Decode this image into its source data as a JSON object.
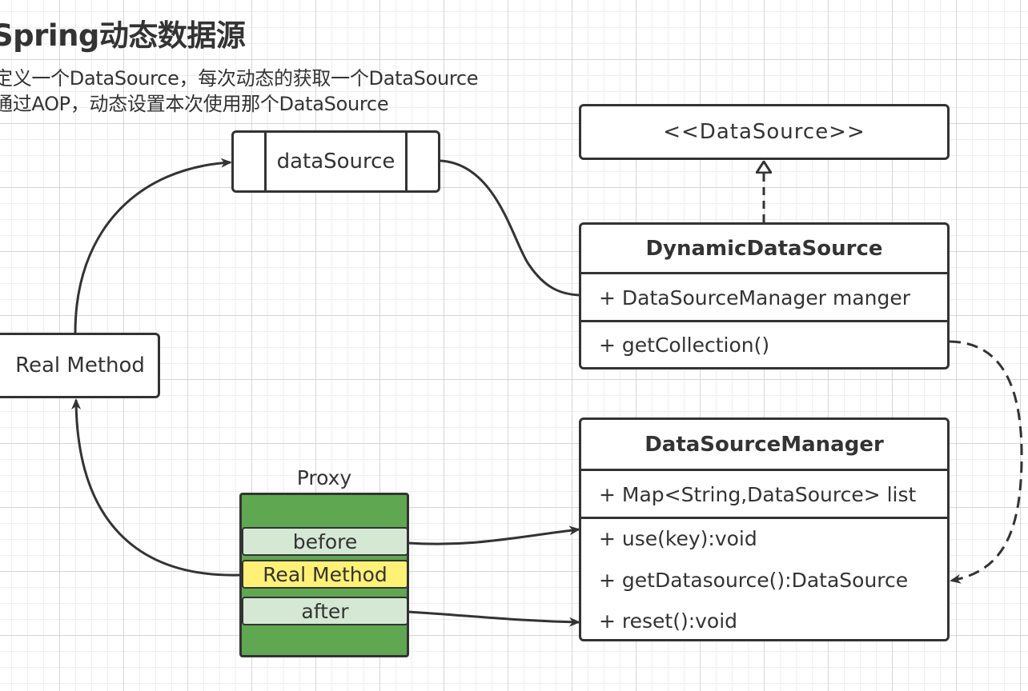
{
  "header": {
    "title": "Spring动态数据源",
    "line1": "定义一个DataSource，每次动态的获取一个DataSource",
    "line2": "通过AOP，动态设置本次使用那个DataSource"
  },
  "nodes": {
    "datasource_label": "dataSource",
    "interface_label": "<<DataSource>>",
    "real_method_label": "Real Method"
  },
  "dynamic_datasource": {
    "name": "DynamicDataSource",
    "field": "+ DataSourceManager manger",
    "method": "+ getCollection()"
  },
  "datasource_manager": {
    "name": "DataSourceManager",
    "field": "+ Map<String,DataSource>   list",
    "methods": [
      "+ use(key):void",
      "+ getDatasource():DataSource",
      "+ reset():void"
    ]
  },
  "proxy": {
    "label": "Proxy",
    "steps": [
      "before",
      "Real Method",
      "after"
    ]
  },
  "colors": {
    "stroke": "#333333",
    "proxy_green": "#60a752",
    "step_light_green": "#d5e8d4",
    "step_yellow": "#fff176",
    "background": "#ffffff"
  }
}
